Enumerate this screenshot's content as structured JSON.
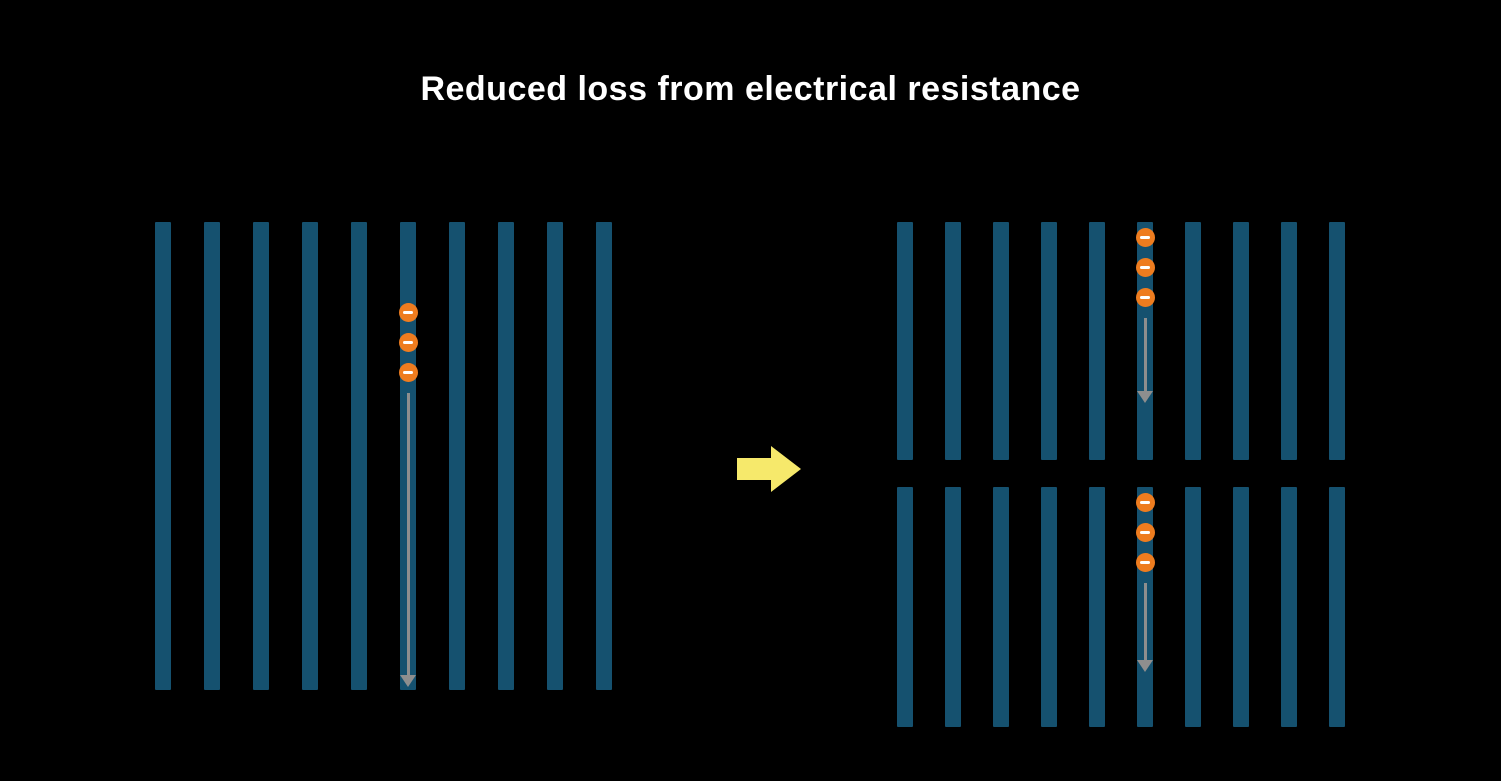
{
  "title": "Reduced loss from electrical resistance",
  "electron_symbol": "−",
  "colors": {
    "background": "#000000",
    "bar": "#15516F",
    "electron": "#EE7C1F",
    "electron_symbol": "#FFFFFF",
    "flow_arrow": "#8E8E8E",
    "transform_arrow": "#F6E96B"
  },
  "left_panel": {
    "bar_count": 10,
    "electron_count": 3
  },
  "right_top_panel": {
    "bar_count": 10,
    "electron_count": 3
  },
  "right_bottom_panel": {
    "bar_count": 10,
    "electron_count": 3
  }
}
